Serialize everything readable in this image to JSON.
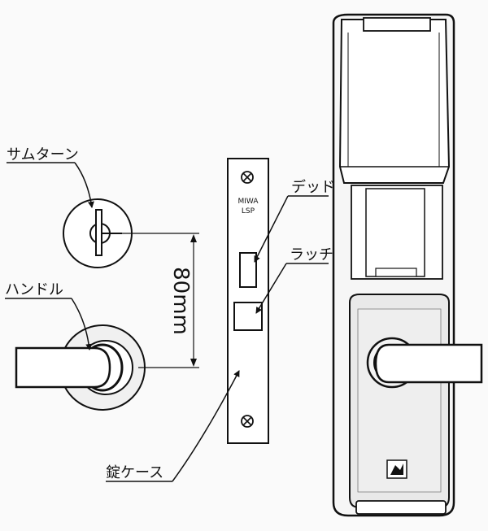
{
  "labels": {
    "thumbturn": "サムターン",
    "handle": "ハンドル",
    "lock_case": "錠ケース",
    "deadbolt": "デッド",
    "latch": "ラッチ",
    "dimension": "80mm",
    "faceplate_brand": "MIWA",
    "faceplate_model": "LSP"
  }
}
